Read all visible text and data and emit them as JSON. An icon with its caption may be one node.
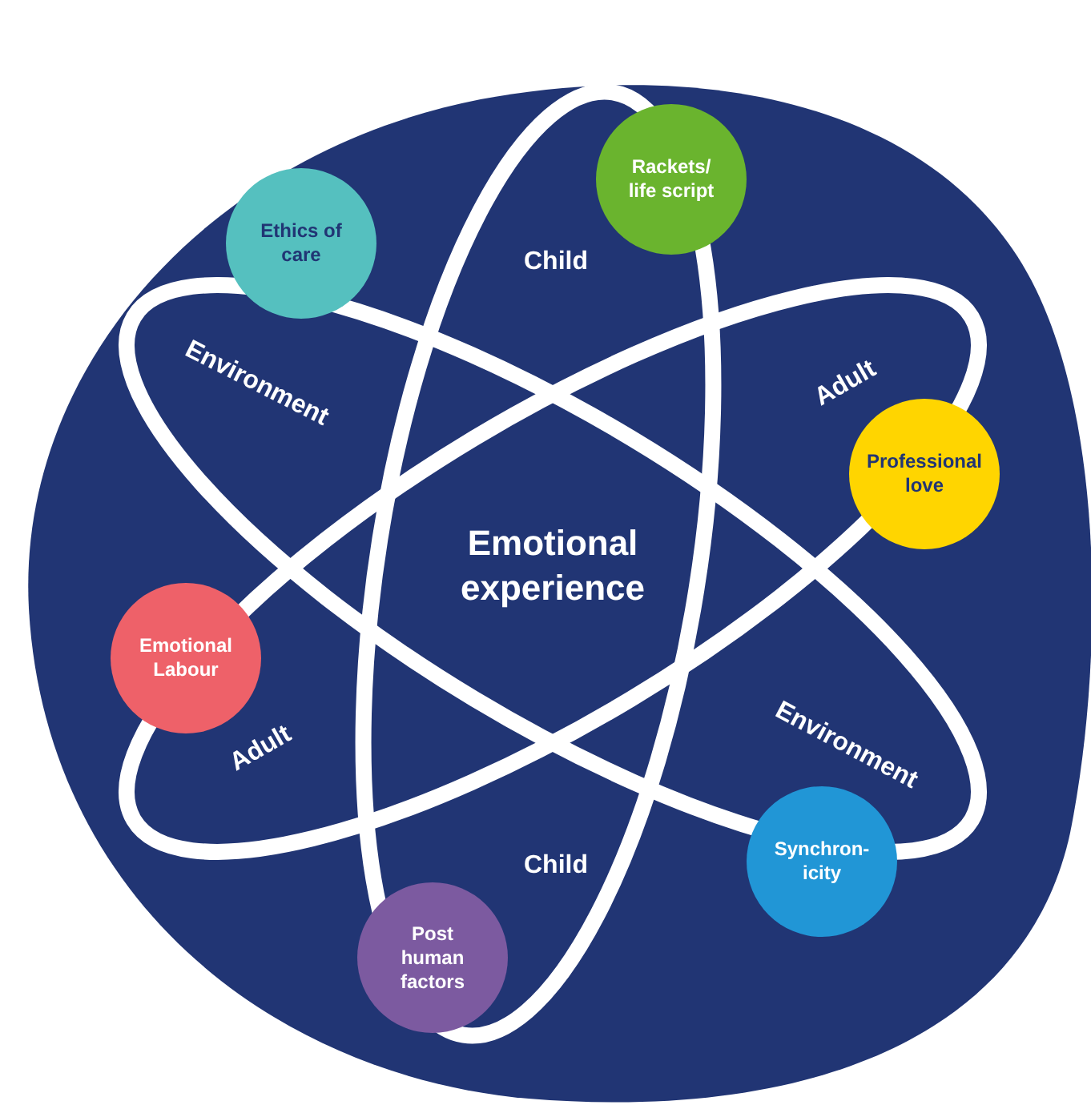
{
  "diagram": {
    "nodes": [
      {
        "text": [
          "Ethics of care"
        ]
      },
      {
        "text": [
          "Rackets/ life script"
        ]
      },
      {
        "text": [
          "Professional love"
        ]
      },
      {
        "text": [
          "Emotional Labour"
        ]
      },
      {
        "text": [
          "Synchron- icity"
        ]
      },
      {
        "text": [
          "Post human factors"
        ]
      }
    ],
    "labels": [
      "Child",
      "Environment",
      "Adult",
      "Emotional experience",
      "Adult",
      "Environment",
      "Child"
    ]
  }
}
